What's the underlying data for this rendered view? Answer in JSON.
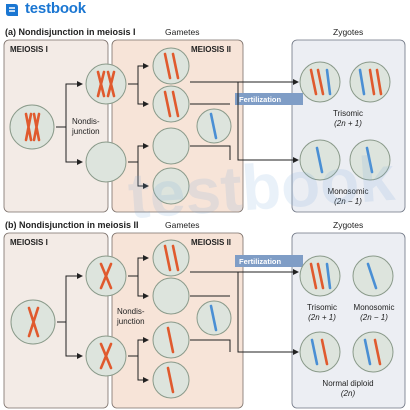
{
  "brand": {
    "name": "testbook",
    "color": "#1a76d2"
  },
  "watermark": "testbook",
  "colors": {
    "red": "#e05a2e",
    "blue": "#4a8fd4",
    "meiosis_bg": "#f3ebe6",
    "gamete_bg": "#f7e4d8",
    "zygote_bg": "#eceef3",
    "label_bg": "#7f9dc6",
    "cell_fill": "#dde4dd",
    "cell_stroke": "#8a9a8a"
  },
  "panel_a": {
    "title": "(a) Nondisjunction in meiosis I",
    "gametes": "Gametes",
    "zygotes": "Zygotes",
    "meiosis1": "MEIOSIS I",
    "meiosis2": "MEIOSIS II",
    "nondisjunction": [
      "Nondis-",
      "junction"
    ],
    "fertilization": "Fertilization",
    "trisomic": "Trisomic",
    "trisomic_formula": "(2n + 1)",
    "monosomic": "Monosomic",
    "monosomic_formula": "(2n − 1)"
  },
  "panel_b": {
    "title": "(b) Nondisjunction in meiosis II",
    "gametes": "Gametes",
    "zygotes": "Zygotes",
    "meiosis1": "MEIOSIS I",
    "meiosis2": "MEIOSIS II",
    "nondisjunction": [
      "Nondis-",
      "junction"
    ],
    "fertilization": "Fertilization",
    "trisomic": "Trisomic",
    "trisomic_formula": "(2n + 1)",
    "monosomic": "Monosomic",
    "monosomic_formula": "(2n − 1)",
    "normal": "Normal diploid",
    "normal_formula": "(2n)"
  }
}
